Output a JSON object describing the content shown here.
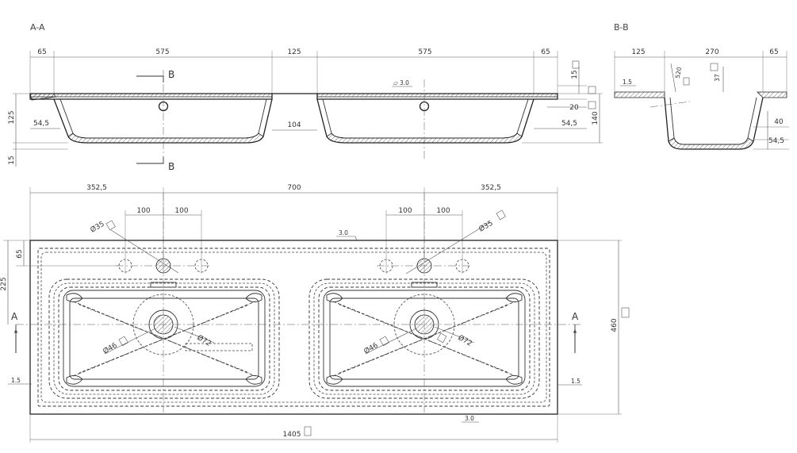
{
  "section_aa": {
    "title": "A-A",
    "top_dims": [
      "65",
      "575",
      "125",
      "575",
      "65"
    ],
    "left_dims": [
      "125",
      "54,5",
      "15"
    ],
    "middle_dim": "104",
    "right_dims": [
      "15",
      "20",
      "54,5",
      "140"
    ],
    "flatness": "3.0",
    "cut_label_top": "B",
    "cut_label_bottom": "B"
  },
  "section_bb": {
    "title": "B-B",
    "top_dims": [
      "125",
      "270",
      "65"
    ],
    "angle_dim": "520",
    "depth_dim": "37",
    "flatness": "1.5",
    "right_dims": [
      "40",
      "54,5"
    ]
  },
  "plan": {
    "top_dims": [
      "352,5",
      "700",
      "352,5"
    ],
    "hole_spacing_left": [
      "100",
      "100"
    ],
    "hole_spacing_right": [
      "100",
      "100"
    ],
    "tap_hole_left": "Ø35",
    "tap_hole_right": "Ø35",
    "left_dims": [
      "65",
      "225"
    ],
    "flatness_top": "3.0",
    "flatness_left": "1.5",
    "flatness_right": "1.5",
    "flatness_bottom": "3.0",
    "drain_small_left": "Ø46",
    "drain_large_left": "Ø72",
    "drain_small_right": "Ø46",
    "drain_large_right": "Ø72",
    "section_label_left": "A",
    "section_label_right": "A",
    "width_dim": "1405",
    "depth_dim": "460"
  }
}
